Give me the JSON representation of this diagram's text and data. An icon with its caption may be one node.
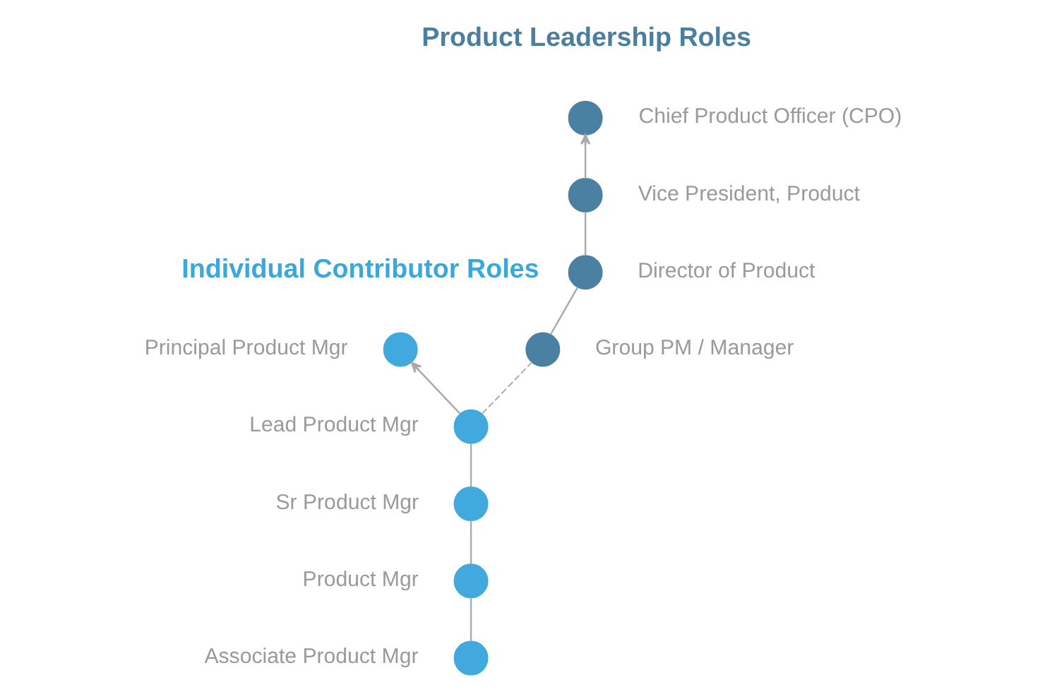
{
  "diagram": {
    "nodes": [
      {
        "text": [],
        "shape": "circle",
        "beside": [
          "Chief Product Officer (CPO)"
        ]
      },
      {
        "text": [],
        "shape": "circle",
        "beside": [
          "Vice President, Product"
        ]
      },
      {
        "text": [],
        "shape": "circle",
        "beside": [
          "Director of Product"
        ]
      },
      {
        "text": [],
        "shape": "circle",
        "beside": [
          "Group PM / Manager"
        ]
      },
      {
        "text": [],
        "shape": "circle",
        "beside": [
          "Principal Product Mgr"
        ]
      },
      {
        "text": [],
        "shape": "circle",
        "beside": [
          "Lead Product Mgr"
        ]
      },
      {
        "text": [],
        "shape": "circle",
        "beside": [
          "Sr Product Mgr"
        ]
      },
      {
        "text": [],
        "shape": "circle",
        "beside": [
          "Product Mgr"
        ]
      },
      {
        "text": [],
        "shape": "circle",
        "beside": [
          "Associate Product Mgr"
        ]
      }
    ],
    "edges": [
      {
        "from": 8,
        "to": 7,
        "arrow": "none"
      },
      {
        "from": 7,
        "to": 6,
        "arrow": "none"
      },
      {
        "from": 6,
        "to": 5,
        "arrow": "none"
      },
      {
        "from": 5,
        "to": 4,
        "arrow": "to"
      },
      {
        "from": 5,
        "to": 3,
        "arrow": "none",
        "style": "dashed"
      },
      {
        "from": 3,
        "to": 2,
        "arrow": "none"
      },
      {
        "from": 2,
        "to": 1,
        "arrow": "none"
      },
      {
        "from": 1,
        "to": 0,
        "arrow": "to"
      }
    ],
    "labels": [
      "Product Leadership Roles",
      "Individual Contributor Roles"
    ]
  }
}
